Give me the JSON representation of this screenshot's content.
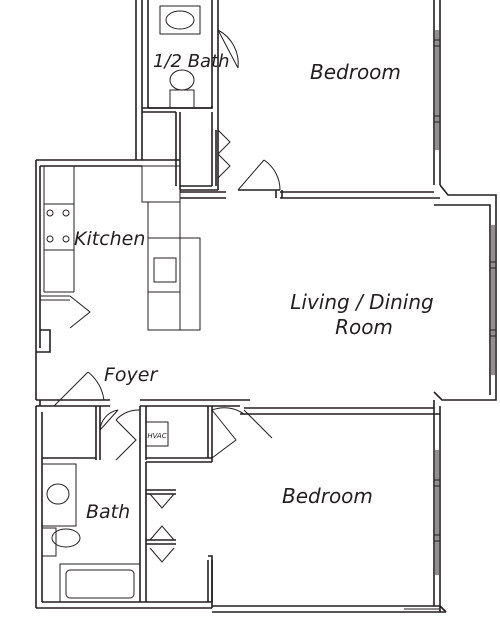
{
  "rooms": {
    "half_bath": "1/2 Bath",
    "bedroom_top": "Bedroom",
    "kitchen": "Kitchen",
    "living_dining_line1": "Living / Dining",
    "living_dining_line2": "Room",
    "foyer": "Foyer",
    "bedroom_bottom": "Bedroom",
    "bath": "Bath"
  },
  "fixtures": {
    "hvac": "HVAC"
  }
}
